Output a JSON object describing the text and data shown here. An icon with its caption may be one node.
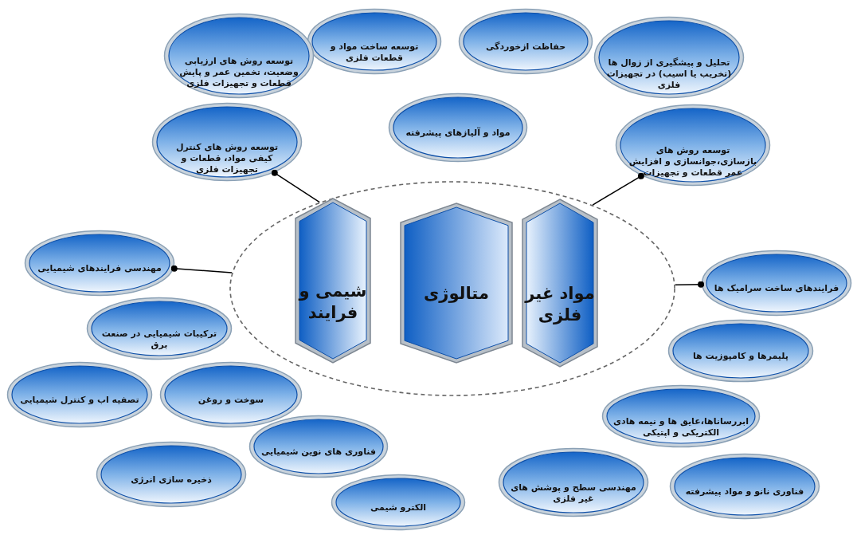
{
  "diagram": {
    "nodes": [
      {
        "text": [],
        "shape": "ellipse"
      },
      {
        "text": [
          "شیمی و فرایند"
        ],
        "in": 0
      },
      {
        "text": [
          "متالوژی"
        ],
        "in": 0
      },
      {
        "text": [
          "مواد غیر فلزی"
        ],
        "in": 0
      },
      {
        "text": [
          "توسعه روش های ارزیابی وضعیت، تخمین عمر و پایش قطعات و تجهیزات فلزی"
        ]
      },
      {
        "text": [
          "توسعه ساخت مواد و قطعات فلزی"
        ]
      },
      {
        "text": [
          "حفاظت ازخوردگی"
        ]
      },
      {
        "text": [
          "تحلیل و پیشگیری از زوال ها (تخریب یا اسیب) در تجهیزات فلزی"
        ]
      },
      {
        "text": [
          "توسعه روش های کنترل کیفی مواد، قطعات و تجهیزات فلزی"
        ]
      },
      {
        "text": [
          "مواد و آلیازهای پیشرفته"
        ]
      },
      {
        "text": [
          "توسعه روش های بازسازی،جوانسازی و افزایش عمر قطعات و تجهیزات"
        ]
      },
      {
        "text": [
          "مهندسی فرایندهای شیمیایی"
        ]
      },
      {
        "text": [
          "ترکیبات شیمیایی در صنعت برق"
        ]
      },
      {
        "text": [
          "تصفیه اب و کنترل شیمیایی"
        ]
      },
      {
        "text": [
          "سوخت و روغن"
        ]
      },
      {
        "text": [
          "فناوری های نوین شیمیایی"
        ]
      },
      {
        "text": [
          "ذخیره سازی انرژی"
        ]
      },
      {
        "text": [
          "الکترو شیمی"
        ]
      },
      {
        "text": [
          "فرایندهای ساخت سرامیک ها"
        ]
      },
      {
        "text": [
          "پلیمرها و کامپوزیت ها"
        ]
      },
      {
        "text": [
          "ابررساناها،عایق ها و نیمه هادی الکتریکی و اپتیکی"
        ]
      },
      {
        "text": [
          "مهندسی سطح و پوشش های غیر فلزی"
        ]
      },
      {
        "text": [
          "فناوری نانو و مواد پیشرفته"
        ]
      }
    ],
    "edges": [
      {
        "from": 0,
        "to": 8,
        "arrow": "other"
      },
      {
        "from": 0,
        "to": 10,
        "arrow": "other"
      },
      {
        "from": 0,
        "to": 11,
        "arrow": "other"
      },
      {
        "from": 0,
        "to": 18,
        "arrow": "other"
      }
    ]
  }
}
